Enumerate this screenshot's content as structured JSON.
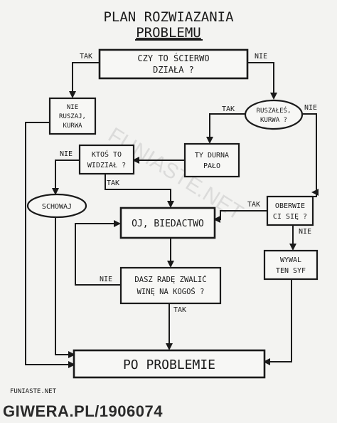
{
  "title": {
    "line1": "PLAN ROZWIAZANIA",
    "line2": "PROBLEMU"
  },
  "nodes": {
    "q_dziala": {
      "line1": "CZY TO ŚCIERWO",
      "line2": "DZIAŁA ?"
    },
    "nie_ruszaj": {
      "line1": "NIE",
      "line2": "RUSZAJ,",
      "line3": "KURWA"
    },
    "ruszales": {
      "line1": "RUSZAŁEŚ,",
      "line2": "KURWA ?"
    },
    "ty_durna": {
      "line1": "TY DURNA",
      "line2": "PAŁO"
    },
    "ktos_widzial": {
      "line1": "KTOŚ TO",
      "line2": "WIDZIAŁ ?"
    },
    "schowaj": {
      "line1": "SCHOWAJ"
    },
    "oberwie": {
      "line1": "OBERWIE",
      "line2": "CI SIĘ ?"
    },
    "oj_biedactwo": {
      "line1": "OJ, BIEDACTWO"
    },
    "wywal": {
      "line1": "WYWAL",
      "line2": "TEN SYF"
    },
    "dasz_rade": {
      "line1": "DASZ RADĘ ZWALIĆ",
      "line2": "WINĘ NA KOGOŚ ?"
    },
    "po_problemie": {
      "line1": "PO PROBLEMIE"
    }
  },
  "labels": {
    "tak1": "TAK",
    "nie1": "NIE",
    "tak2": "TAK",
    "nie2": "NIE",
    "nie3": "NIE",
    "tak3": "TAK",
    "tak4": "TAK",
    "nie4": "NIE",
    "nie5": "NIE",
    "tak5": "TAK"
  },
  "watermark": "FUNIASTE.NET",
  "credit": "FUNIASTE.NET",
  "footer": "GIWERA.PL/1906074"
}
